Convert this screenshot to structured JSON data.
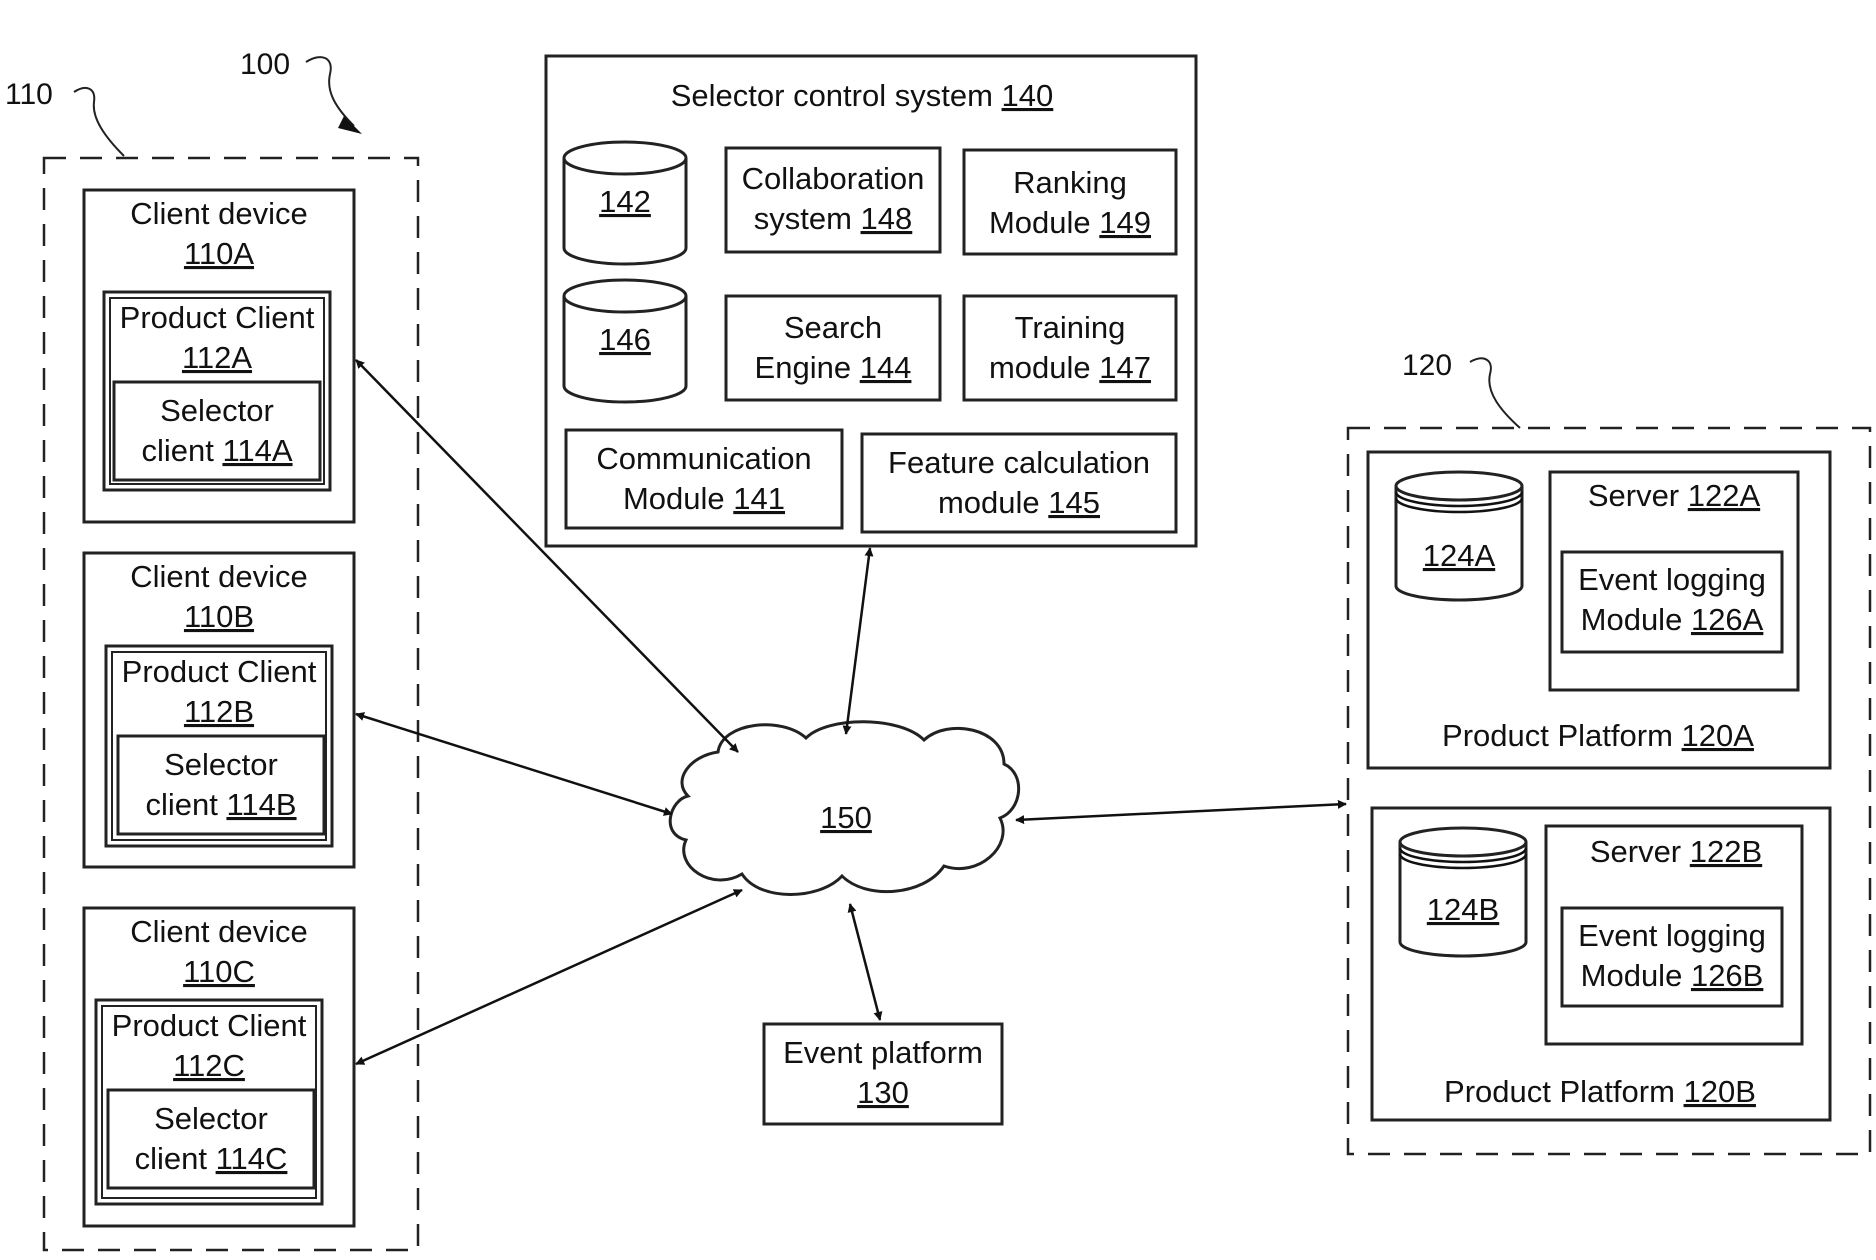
{
  "system_ref": "100",
  "client_group": {
    "ref": "110",
    "devices": [
      {
        "device_label": "Client device",
        "device_ref": "110A",
        "product_label": "Product Client",
        "product_ref": "112A",
        "selector_label_1": "Selector",
        "selector_label_2": "client",
        "selector_ref": "114A"
      },
      {
        "device_label": "Client device",
        "device_ref": "110B",
        "product_label": "Product Client",
        "product_ref": "112B",
        "selector_label_1": "Selector",
        "selector_label_2": "client",
        "selector_ref": "114B"
      },
      {
        "device_label": "Client device",
        "device_ref": "110C",
        "product_label": "Product Client",
        "product_ref": "112C",
        "selector_label_1": "Selector",
        "selector_label_2": "client",
        "selector_ref": "114C"
      }
    ]
  },
  "selector_control": {
    "label": "Selector control system",
    "ref": "140",
    "db1_ref": "142",
    "db2_ref": "146",
    "collaboration": {
      "line1": "Collaboration",
      "line2": "system",
      "ref": "148"
    },
    "ranking": {
      "line1": "Ranking",
      "line2": "Module",
      "ref": "149"
    },
    "search": {
      "line1": "Search",
      "line2": "Engine",
      "ref": "144"
    },
    "training": {
      "line1": "Training",
      "line2": "module",
      "ref": "147"
    },
    "communication": {
      "line1": "Communication",
      "line2": "Module",
      "ref": "141"
    },
    "feature": {
      "line1": "Feature calculation",
      "line2": "module",
      "ref": "145"
    }
  },
  "network_ref": "150",
  "event_platform": {
    "label": "Event platform",
    "ref": "130"
  },
  "product_platforms": {
    "ref": "120",
    "platforms": [
      {
        "label": "Product Platform",
        "ref": "120A",
        "db_ref": "124A",
        "server_label": "Server",
        "server_ref": "122A",
        "module_line1": "Event logging",
        "module_line2": "Module",
        "module_ref": "126A"
      },
      {
        "label": "Product Platform",
        "ref": "120B",
        "db_ref": "124B",
        "server_label": "Server",
        "server_ref": "122B",
        "module_line1": "Event logging",
        "module_line2": "Module",
        "module_ref": "126B"
      }
    ]
  }
}
